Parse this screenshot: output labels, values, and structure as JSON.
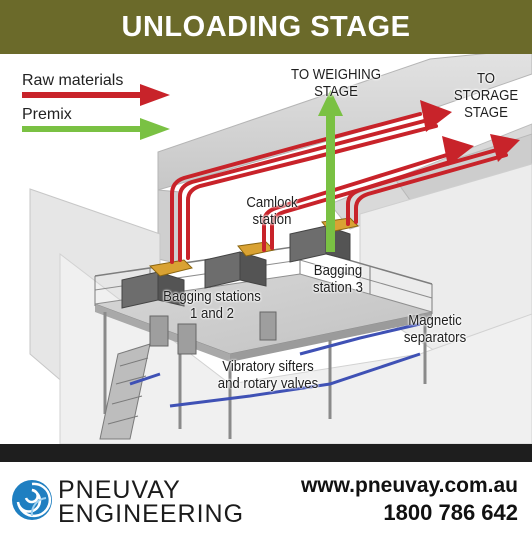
{
  "header": {
    "title": "UNLOADING STAGE"
  },
  "legend": [
    {
      "label": "Raw materials",
      "color": "#c8232a"
    },
    {
      "label": "Premix",
      "color": "#7ac143"
    }
  ],
  "callouts": {
    "weighing": "TO WEIGHING STAGE",
    "storage": "TO STORAGE\nSTAGE",
    "camlock": "Camlock\nstation",
    "bagging12": "Bagging stations\n1 and 2",
    "bagging3": "Bagging\nstation 3",
    "magnetic": "Magnetic\nseparators",
    "sifters": "Vibratory sifters\nand rotary valves"
  },
  "footer": {
    "brand_line1": "PNEUVAY",
    "brand_line2": "ENGINEERING",
    "website": "www.pneuvay.com.au",
    "phone": "1800 786 642"
  },
  "colors": {
    "header_bg": "#6b6a2a",
    "raw_materials": "#c8232a",
    "premix": "#7ac143",
    "logo_blue": "#1f7fc1"
  },
  "icons": [
    "pneuvay-swirl-logo-icon"
  ]
}
